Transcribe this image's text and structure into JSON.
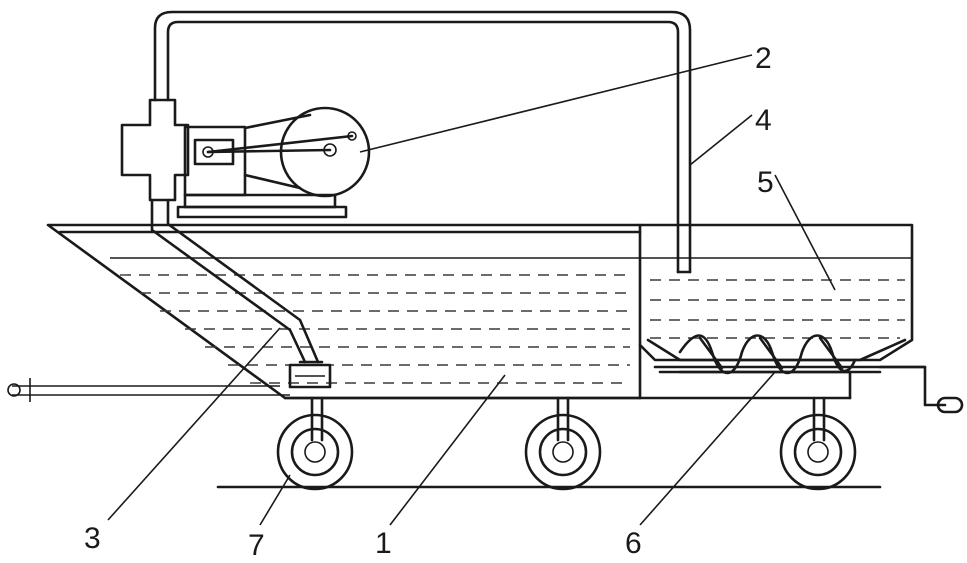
{
  "labels": {
    "tank": "1",
    "engine": "2",
    "pipe_intake": "3",
    "pipe_outlet": "4",
    "hopper": "5",
    "auger": "6",
    "wheel": "7"
  },
  "colors": {
    "ink": "#1a1a1a",
    "background": "#ffffff"
  }
}
